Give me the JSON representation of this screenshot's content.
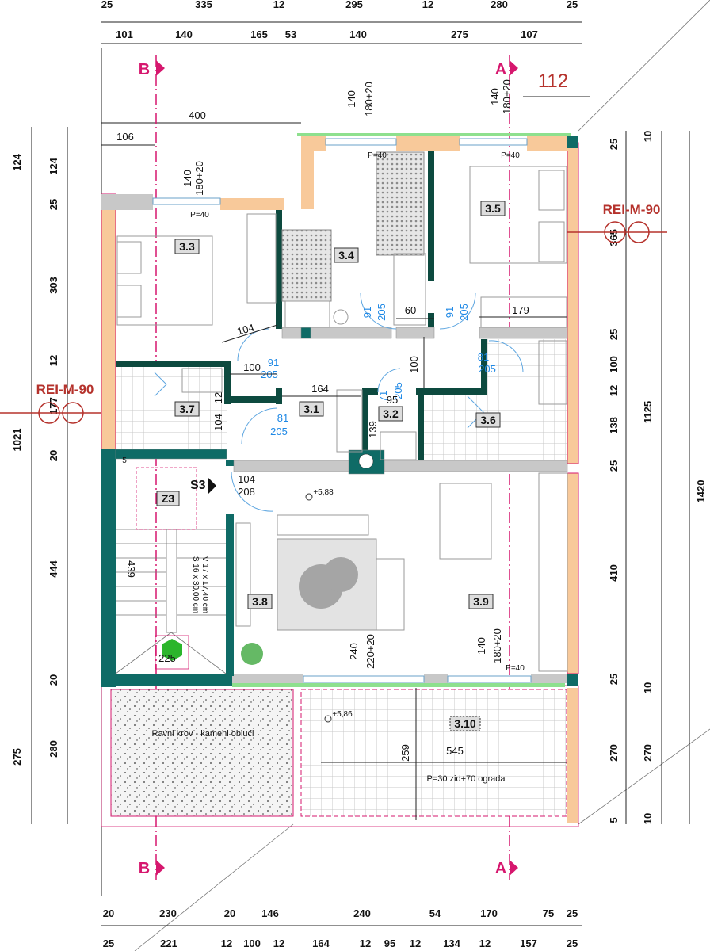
{
  "top_dims_row1": [
    "25",
    "335",
    "12",
    "295",
    "12",
    "280",
    "25"
  ],
  "top_dims_row2": [
    "101",
    "140",
    "165",
    "53",
    "140",
    "275",
    "107"
  ],
  "bottom_dims_row1": [
    "20",
    "230",
    "20",
    "146",
    "240",
    "54",
    "170",
    "75",
    "25"
  ],
  "bottom_dims_row2": [
    "25",
    "221",
    "12",
    "100",
    "12",
    "164",
    "12",
    "95",
    "12",
    "134",
    "12",
    "157",
    "25"
  ],
  "left_dims_outer": [
    "124",
    "1021",
    "275"
  ],
  "left_dims_inner": [
    "124",
    "25",
    "303",
    "12",
    "177",
    "20",
    "444",
    "20",
    "280"
  ],
  "right_dims_inner": [
    "25",
    "365",
    "25",
    "100",
    "12",
    "138",
    "25",
    "410",
    "25",
    "270",
    "5"
  ],
  "right_dims_outer": [
    "10",
    "1125",
    "10",
    "270",
    "10"
  ],
  "total_height": "1420",
  "section_marks": {
    "b": "B",
    "a": "A"
  },
  "fire_rating": "REI-M-90",
  "rooms": {
    "r33": "3.3",
    "r34": "3.4",
    "r35": "3.5",
    "r37": "3.7",
    "r31": "3.1",
    "r32": "3.2",
    "r36": "3.6",
    "r38": "3.8",
    "r39": "3.9",
    "z3": "Z3",
    "r310": "3.10"
  },
  "upper_dims": {
    "w400": "400",
    "w106": "106",
    "w112": "112"
  },
  "windows": {
    "w1a": "140",
    "w1b": "180+20",
    "w1p": "P=40",
    "w2a": "140",
    "w2b": "180+20",
    "w2p": "P=40",
    "w3a": "140",
    "w3b": "180+20",
    "w3p": "P=40",
    "w4a": "240",
    "w4b": "220+20",
    "w5a": "140",
    "w5b": "180+20",
    "w5p": "P=40"
  },
  "doors": {
    "d34a": "91",
    "d34b": "205",
    "d35a": "91",
    "d35b": "205",
    "d37a": "91",
    "d37b": "205",
    "d31a": "81",
    "d31b": "205",
    "d36a": "81",
    "d36b": "205",
    "d32a": "71",
    "d32b": "205",
    "d38a": "104",
    "d38b": "208"
  },
  "interior_dims": {
    "a60": "60",
    "a179": "179",
    "a104": "104",
    "a100": "100",
    "a164": "164",
    "a100v": "100",
    "a95": "95",
    "a139": "139",
    "a104v": "104",
    "a12": "12",
    "a5": "5"
  },
  "stairs": {
    "label": "S3",
    "length": "439",
    "riser": "V 17 x 17,40 cm",
    "tread": "S 16 x 30,00 cm",
    "width": "225"
  },
  "levels": {
    "living": "+5,88",
    "terrace": "+5,86"
  },
  "terrace": {
    "roof_label": "Ravni krov - kameni oblući",
    "d259": "259",
    "d545": "545",
    "railing": "P=30 zid+70 ograda"
  },
  "colors": {
    "wall": "#0d4a3f",
    "wall_teal": "#0f6b66",
    "facade": "#f8c99a",
    "axis": "#d6176e",
    "window": "#8ee08e",
    "door_dims": "#1e88e5"
  }
}
